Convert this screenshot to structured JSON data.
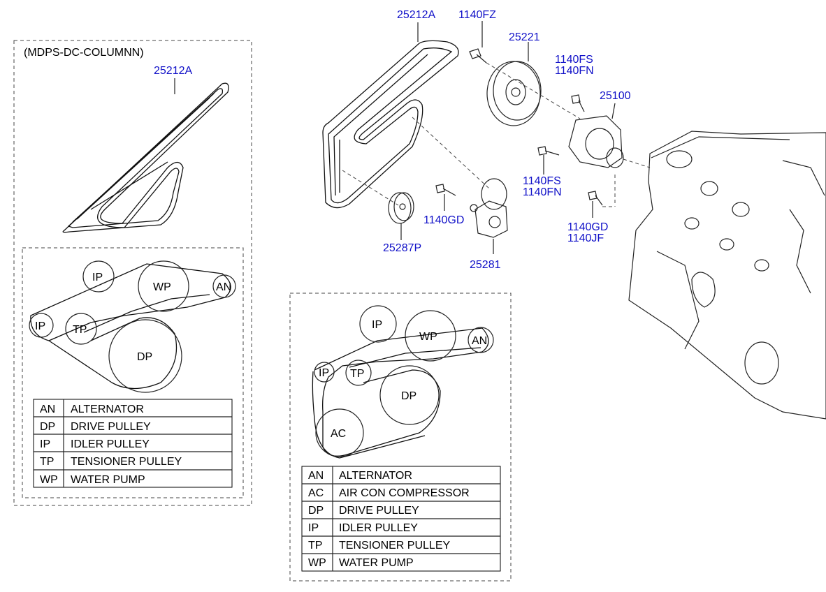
{
  "variant_label": "(MDPS-DC-COLUMNN)",
  "part_numbers": {
    "belt_left": "25212A",
    "belt_main": "25212A",
    "bolt_top": "1140FZ",
    "water_pump_pulley": "25221",
    "bolt_pump_a1": "1140FS",
    "bolt_pump_a2": "1140FN",
    "water_pump": "25100",
    "bolt_pump_b1": "1140FS",
    "bolt_pump_b2": "1140FN",
    "bolt_tens": "1140GD",
    "bolt_pump_c1": "1140GD",
    "bolt_pump_c2": "1140JF",
    "idler_pulley": "25287P",
    "tensioner": "25281"
  },
  "diagram_left": {
    "pulleys": [
      "IP",
      "WP",
      "AN",
      "IP",
      "TP",
      "DP"
    ],
    "legend": [
      {
        "code": "AN",
        "name": "ALTERNATOR"
      },
      {
        "code": "DP",
        "name": "DRIVE PULLEY"
      },
      {
        "code": "IP",
        "name": "IDLER PULLEY"
      },
      {
        "code": "TP",
        "name": "TENSIONER PULLEY"
      },
      {
        "code": "WP",
        "name": "WATER PUMP"
      }
    ]
  },
  "diagram_right": {
    "pulleys": [
      "IP",
      "WP",
      "AN",
      "IP",
      "TP",
      "DP",
      "AC"
    ],
    "legend": [
      {
        "code": "AN",
        "name": "ALTERNATOR"
      },
      {
        "code": "AC",
        "name": "AIR CON COMPRESSOR"
      },
      {
        "code": "DP",
        "name": "DRIVE PULLEY"
      },
      {
        "code": "IP",
        "name": "IDLER PULLEY"
      },
      {
        "code": "TP",
        "name": "TENSIONER PULLEY"
      },
      {
        "code": "WP",
        "name": "WATER PUMP"
      }
    ]
  },
  "colors": {
    "part_link": "#1010c8",
    "line": "#000000"
  }
}
